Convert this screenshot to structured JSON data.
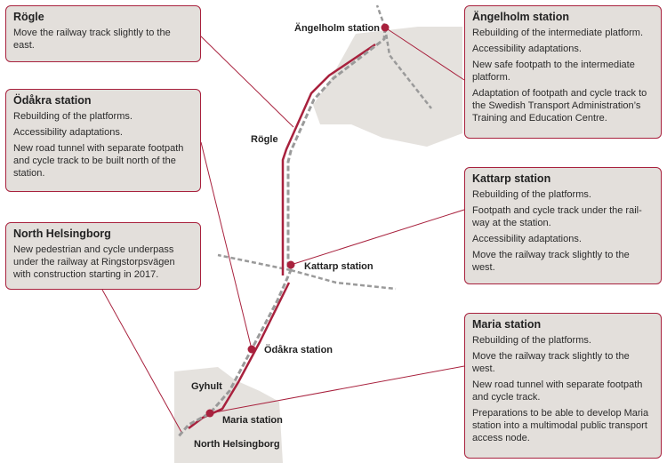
{
  "map": {
    "place_labels": {
      "angelholm": "Ängelholm station",
      "rogle": "Rögle",
      "kattarp": "Kattarp station",
      "odakra": "Ödåkra station",
      "gyhult": "Gyhult",
      "maria": "Maria station",
      "north_helsingborg": "North Helsingborg"
    },
    "colors": {
      "accent": "#a8213d",
      "box_bg": "#e3dfdb",
      "land": "#e5e2de",
      "track": "#9a9a9a"
    }
  },
  "callouts": {
    "rogle": {
      "title": "Rögle",
      "lines": [
        "Move the railway track slightly to the east."
      ]
    },
    "odakra": {
      "title": "Ödåkra station",
      "lines": [
        "Rebuilding of the platforms.",
        "Accessibility adaptations.",
        "New road tunnel with separate footpath and cycle track to be built north of the station."
      ]
    },
    "north_helsingborg": {
      "title": "North Helsingborg",
      "lines": [
        "New pedestrian and cycle underpass under the railway at Ringstorpsvägen with construction starting in 2017."
      ]
    },
    "angelholm": {
      "title": "Ängelholm station",
      "lines": [
        "Rebuilding of the intermediate platform.",
        "Accessibility adaptations.",
        "New safe footpath to the intermediate platform.",
        "Adaptation of footpath and cycle track to the Swedish Transport Administration’s Training and Education Centre."
      ]
    },
    "kattarp": {
      "title": "Kattarp station",
      "lines": [
        "Rebuilding of the platforms.",
        "Footpath and cycle track under the rail-way at the station.",
        "Accessibility adaptations.",
        "Move the railway track slightly to the west."
      ]
    },
    "maria": {
      "title": "Maria station",
      "lines": [
        "Rebuilding of the platforms.",
        "Move the railway track slightly to the west.",
        "New road tunnel with separate footpath and cycle track.",
        "Preparations to be able to develop Maria station into a multimodal public transport access node."
      ]
    }
  }
}
